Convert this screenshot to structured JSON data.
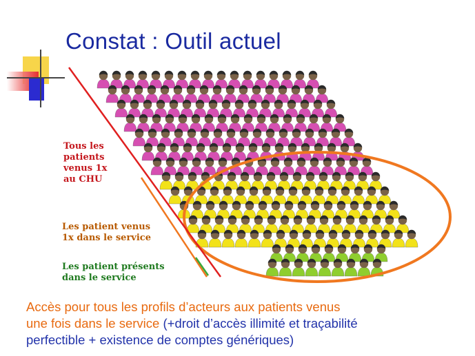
{
  "title": "Constat : Outil actuel",
  "labels": {
    "all_patients": "Tous les\npatients\nvenus 1x\nau CHU",
    "service_patients": "Les patient venus\n1x dans le service",
    "present_patients": "Les patient présents\ndans le service"
  },
  "bottom": {
    "line1": "Accès pour tous les profils d’acteurs aux patients venus",
    "line2_orange": "une fois dans le service",
    "line2_blue": " (+droit d’accès illimité et traçabilité",
    "line3": "perfectible + existence de comptes génériques)"
  },
  "colors": {
    "title": "#1a2aa0",
    "pink_group": "#d64fb2",
    "yellow_group": "#f2e21a",
    "green_group": "#8fce2e",
    "head": "#7a6248",
    "ellipse": "#f07820",
    "red_line": "#e02020",
    "orange_line": "#f07820",
    "green_line": "#3aa83a"
  }
}
